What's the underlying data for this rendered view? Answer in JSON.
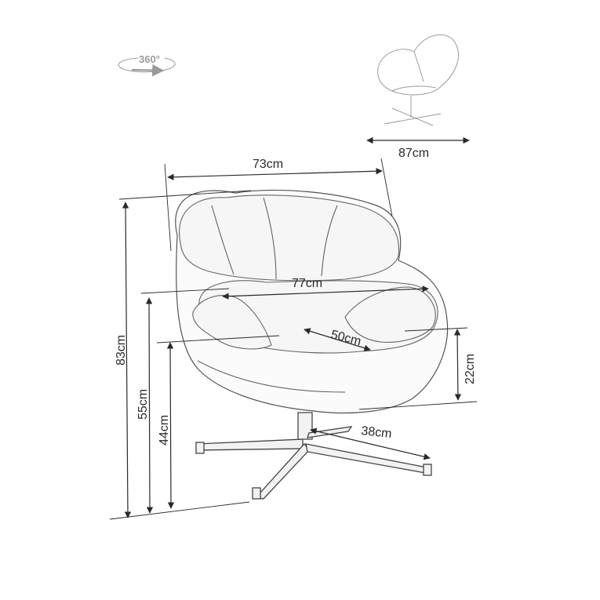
{
  "rotation": {
    "label": "360°",
    "icon": "rotate-360-icon"
  },
  "dimensions": {
    "width_back": "73cm",
    "depth_side": "87cm",
    "width_front": "77cm",
    "seat_depth": "50cm",
    "total_height": "83cm",
    "armrest_height": "55cm",
    "seat_height": "44cm",
    "shell_height": "22cm",
    "base_radius": "38cm"
  }
}
